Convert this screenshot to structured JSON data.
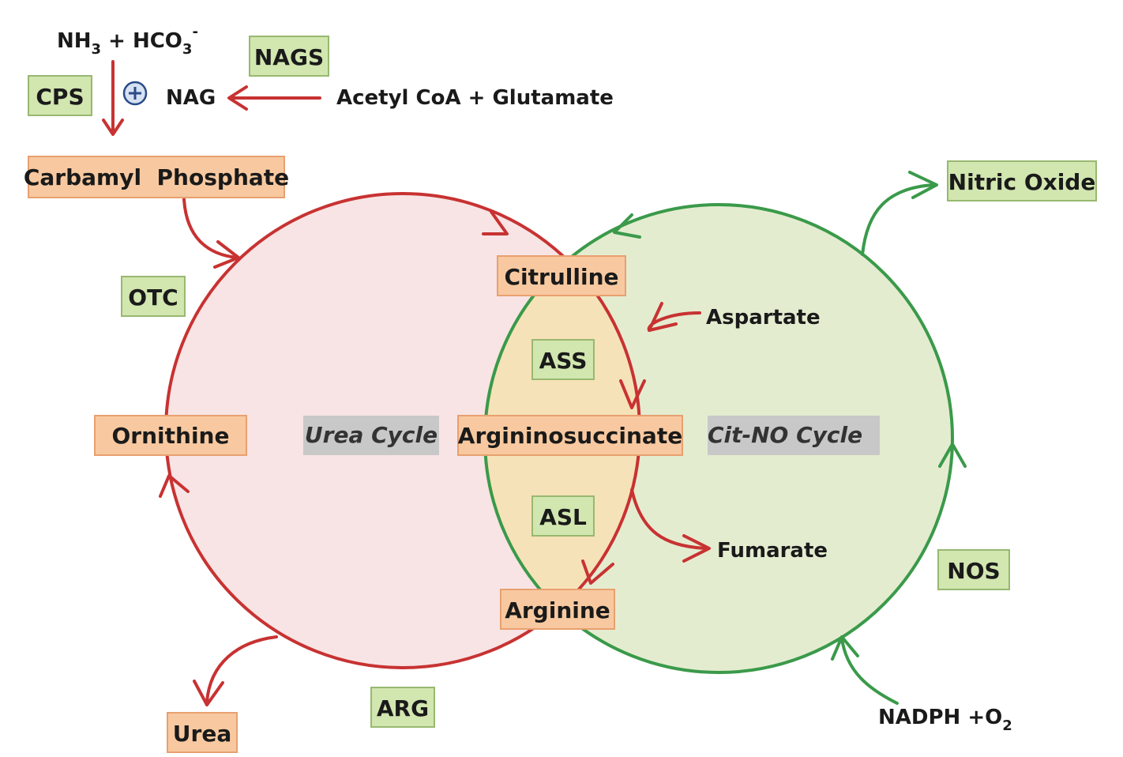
{
  "colors": {
    "red": "#c83232",
    "green": "#3a9a4a",
    "orange_fill": "#f8c9a0",
    "orange_stroke": "#e8a070",
    "green_fill": "#d2e6b0",
    "green_stroke": "#98b870",
    "gray_fill": "#c8c8c8",
    "urea_circle_fill": "#f8e4e4",
    "cit_circle_fill": "#e4ecd0",
    "overlap_fill": "#f6e2b8"
  },
  "cycles": {
    "urea": "Urea Cycle",
    "cit_no": "Cit-NO Cycle"
  },
  "metabolites": {
    "carbamyl_phosphate": "Carbamyl  Phosphate",
    "citrulline": "Citrulline",
    "argininosuccinate": "Argininosuccinate",
    "arginine": "Arginine",
    "ornithine": "Ornithine",
    "urea": "Urea",
    "nitric_oxide": "Nitric Oxide",
    "nag": "NAG"
  },
  "enzymes": {
    "cps": "CPS",
    "nags": "NAGS",
    "otc": "OTC",
    "ass": "ASS",
    "asl": "ASL",
    "arg": "ARG",
    "nos": "NOS"
  },
  "reactants": {
    "nh3_main": "NH",
    "nh3_sub": "3",
    "hco3_plus": " + HCO",
    "hco3_sub": "3",
    "hco3_sup": "-",
    "acetyl_coa": "Acetyl CoA + Glutamate",
    "aspartate": "Aspartate",
    "fumarate": "Fumarate",
    "nadph_main": "NADPH +O",
    "nadph_sub": "2"
  },
  "activator_symbol": "+"
}
